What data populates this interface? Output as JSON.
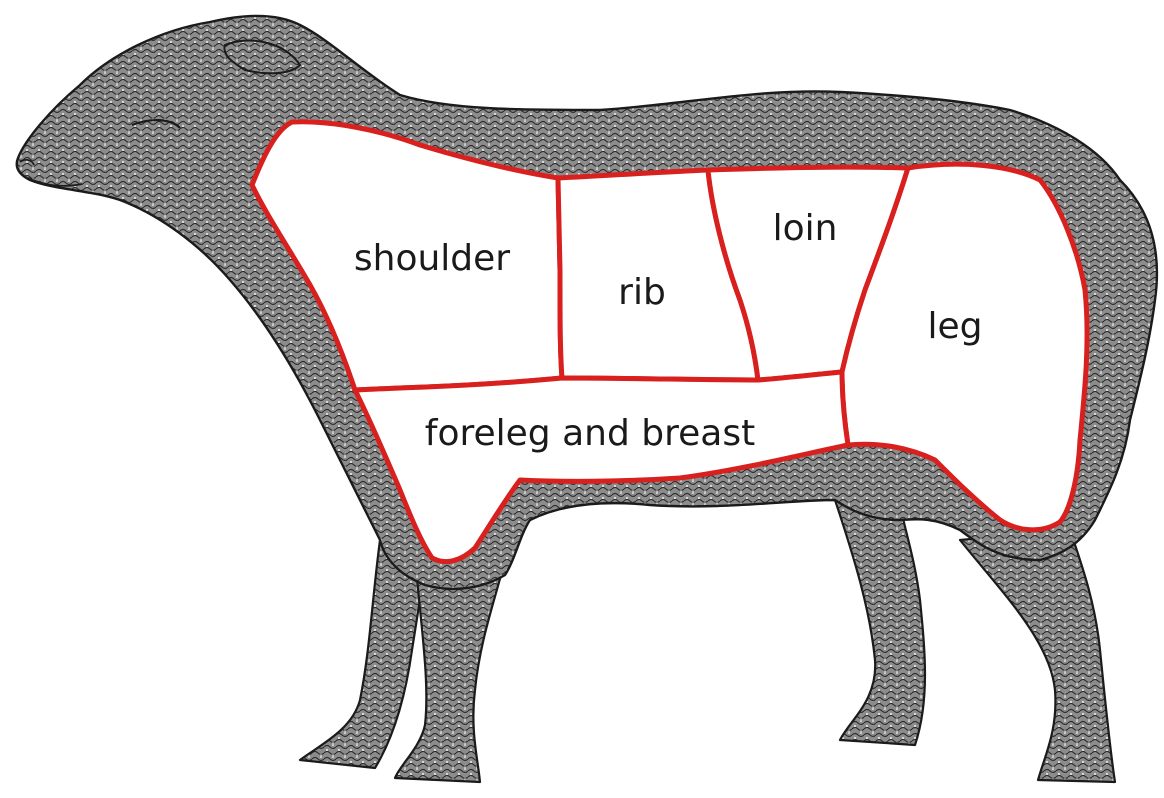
{
  "cuts": {
    "shoulder": "shoulder",
    "rib": "rib",
    "loin": "loin",
    "leg": "leg",
    "foreleg_breast": "foreleg and breast"
  },
  "colors": {
    "cut_line": "#d8201e",
    "wool": "#7a7a7a",
    "outline": "#1b1b1b",
    "cut_fill": "#ffffff"
  }
}
